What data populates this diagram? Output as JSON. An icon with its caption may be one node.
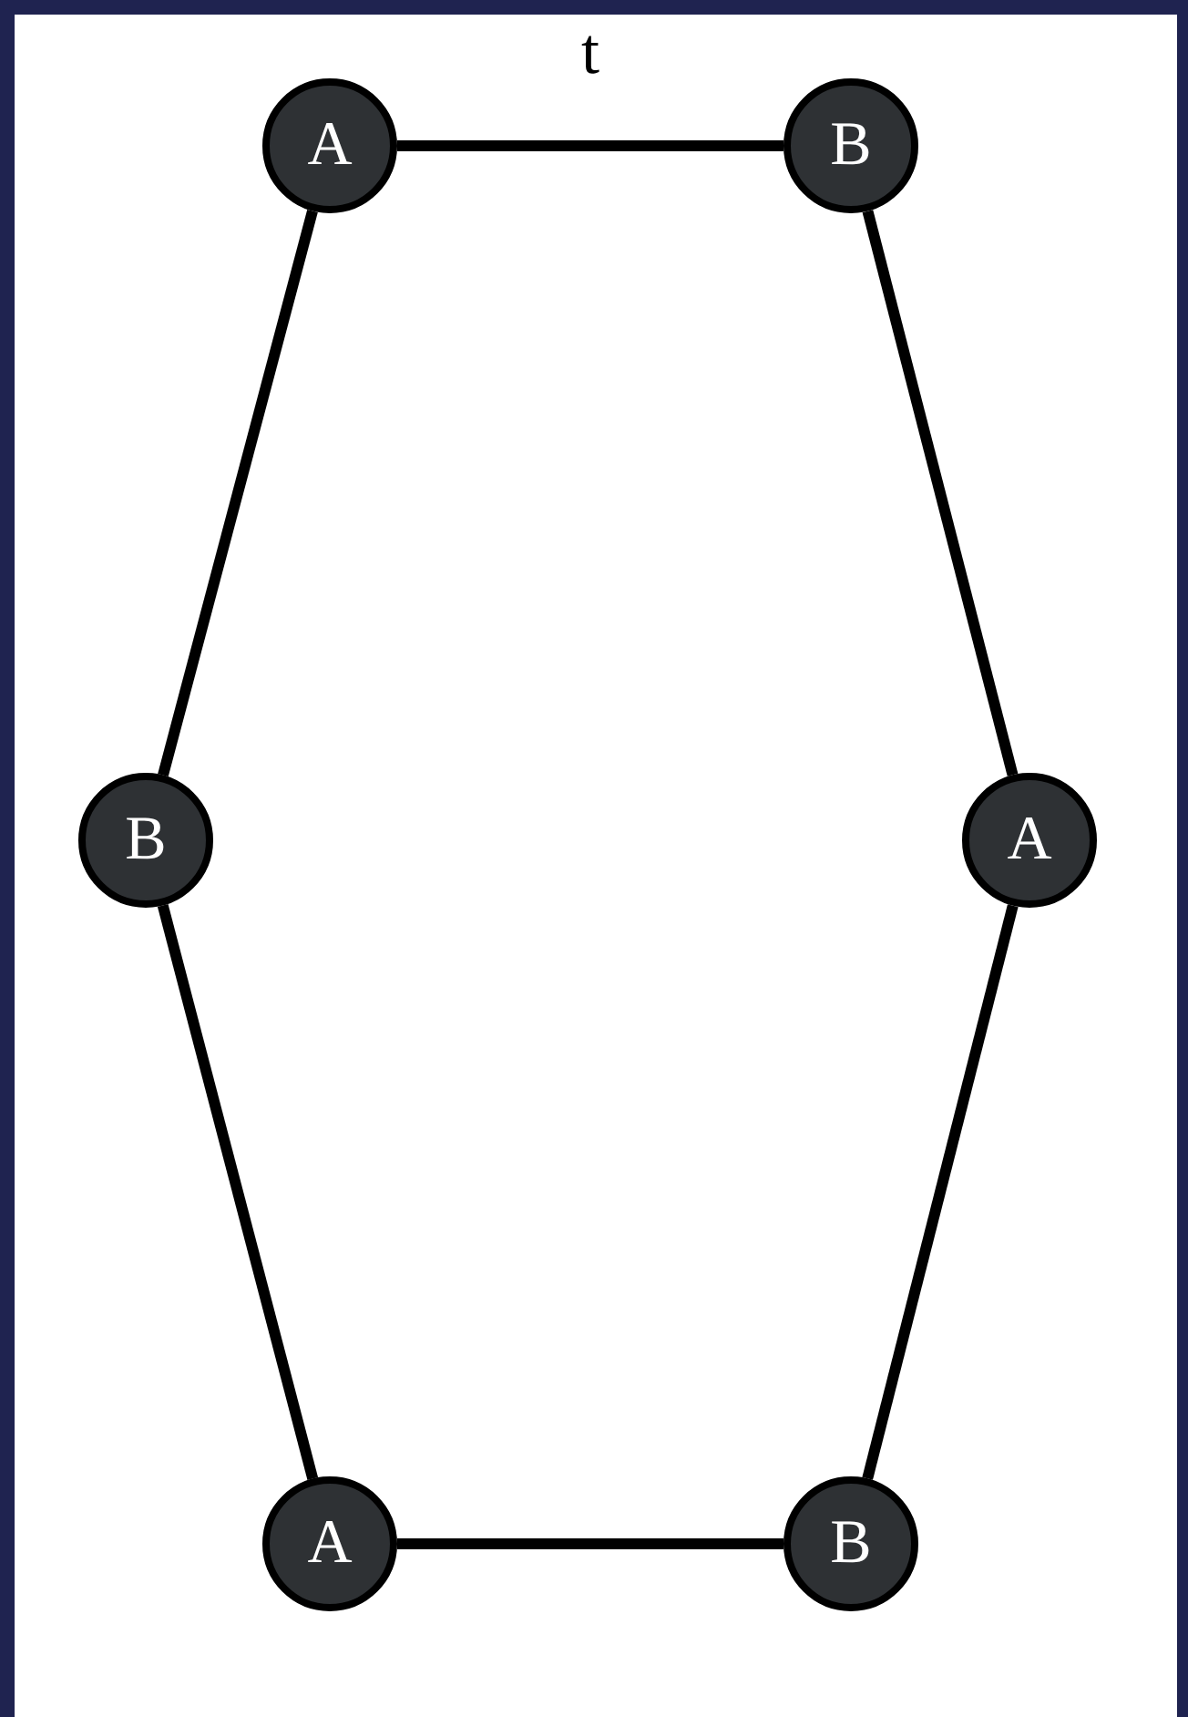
{
  "diagram": {
    "nodes": [
      {
        "text": [
          "A"
        ]
      },
      {
        "text": [
          "B"
        ]
      },
      {
        "text": [
          "B"
        ]
      },
      {
        "text": [
          "A"
        ]
      },
      {
        "text": [
          "A"
        ]
      },
      {
        "text": [
          "B"
        ]
      }
    ],
    "edges": [
      {
        "from": 0,
        "to": 1,
        "arrow": "none",
        "label": "t"
      },
      {
        "from": 1,
        "to": 3,
        "arrow": "none"
      },
      {
        "from": 3,
        "to": 5,
        "arrow": "none"
      },
      {
        "from": 5,
        "to": 4,
        "arrow": "none"
      },
      {
        "from": 4,
        "to": 2,
        "arrow": "none"
      },
      {
        "from": 2,
        "to": 0,
        "arrow": "none"
      }
    ]
  }
}
